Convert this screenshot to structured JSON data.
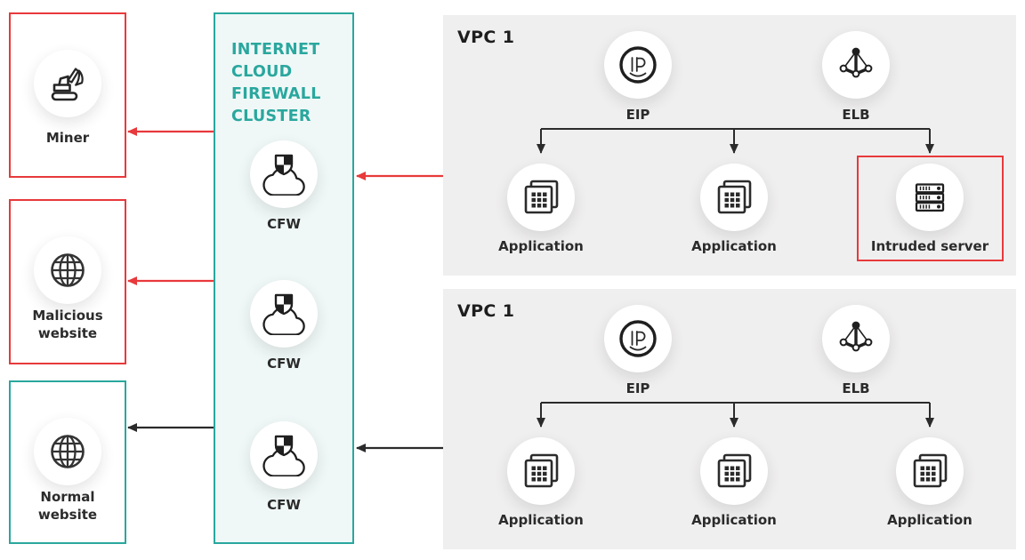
{
  "colors": {
    "accent_teal": "#2aa79e",
    "alert_red": "#e8393c",
    "vpc_panel_bg": "#f0efef",
    "cluster_bg": "#eff8f7",
    "text_dark": "#2b2b2b"
  },
  "targets": [
    {
      "label": "Miner",
      "icon": "excavator-icon",
      "outline": "red"
    },
    {
      "label": "Malicious website",
      "icon": "globe-icon",
      "outline": "red"
    },
    {
      "label": "Normal website",
      "icon": "globe-icon",
      "outline": "teal"
    }
  ],
  "cluster": {
    "title_lines": [
      "INTERNET",
      "CLOUD",
      "FIREWALL",
      "CLUSTER"
    ],
    "nodes": [
      {
        "label": "CFW",
        "icon": "cfw-icon"
      },
      {
        "label": "CFW",
        "icon": "cfw-icon"
      },
      {
        "label": "CFW",
        "icon": "cfw-icon"
      }
    ]
  },
  "vpcs": {
    "top": {
      "title": "VPC 1",
      "gateways": [
        {
          "label": "EIP",
          "icon": "eip-icon"
        },
        {
          "label": "ELB",
          "icon": "elb-icon"
        }
      ],
      "servers": [
        {
          "label": "Application",
          "icon": "application-icon"
        },
        {
          "label": "Application",
          "icon": "application-icon"
        },
        {
          "label": "Intruded server",
          "icon": "server-rack-icon",
          "highlighted": true
        }
      ]
    },
    "bottom": {
      "title": "VPC 1",
      "gateways": [
        {
          "label": "EIP",
          "icon": "eip-icon"
        },
        {
          "label": "ELB",
          "icon": "elb-icon"
        }
      ],
      "servers": [
        {
          "label": "Application",
          "icon": "application-icon"
        },
        {
          "label": "Application",
          "icon": "application-icon"
        },
        {
          "label": "Application",
          "icon": "application-icon"
        }
      ]
    }
  }
}
